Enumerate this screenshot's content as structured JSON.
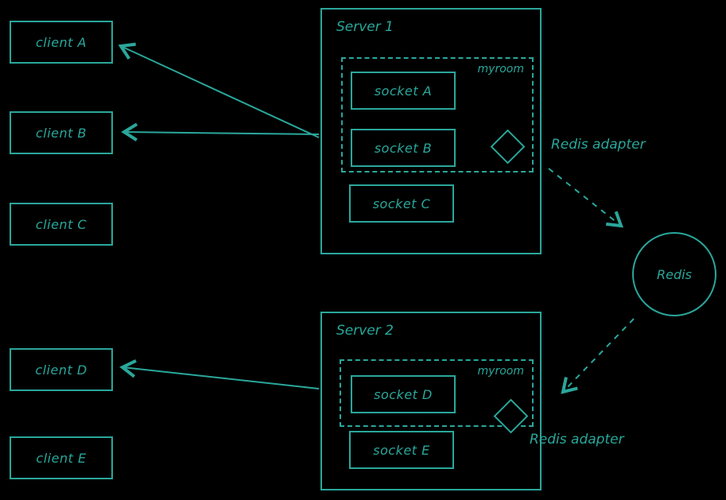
{
  "colors": {
    "stroke": "#2aa79b",
    "background": "#000000"
  },
  "clients": [
    {
      "label": "client A"
    },
    {
      "label": "client B"
    },
    {
      "label": "client C"
    },
    {
      "label": "client D"
    },
    {
      "label": "client E"
    }
  ],
  "server1": {
    "title": "Server 1",
    "room_label": "myroom",
    "sockets_in_room": [
      {
        "label": "socket A"
      },
      {
        "label": "socket B"
      }
    ],
    "socket_outside": {
      "label": "socket C"
    },
    "adapter_label": "Redis adapter"
  },
  "server2": {
    "title": "Server 2",
    "room_label": "myroom",
    "sockets_in_room": [
      {
        "label": "socket D"
      }
    ],
    "socket_outside": {
      "label": "socket E"
    },
    "adapter_label": "Redis adapter"
  },
  "redis": {
    "label": "Redis"
  }
}
